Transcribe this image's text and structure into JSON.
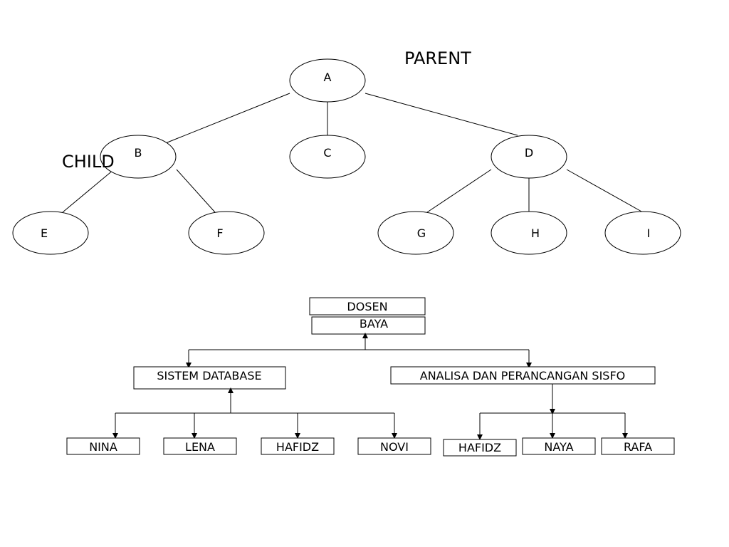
{
  "tree_labels": {
    "parent": "PARENT",
    "child": "CHILD"
  },
  "tree_nodes": [
    "A",
    "B",
    "C",
    "D",
    "E",
    "F",
    "G",
    "H",
    "I"
  ],
  "org_chart": {
    "root_line1": "DOSEN",
    "root_line2": "BAYA",
    "course_1": "SISTEM DATABASE",
    "course_2": "ANALISA DAN PERANCANGAN SISFO",
    "course_1_members": [
      "NINA",
      "LENA",
      "HAFIDZ",
      "NOVI"
    ],
    "course_2_members": [
      "HAFIDZ",
      "NAYA",
      "RAFA"
    ]
  }
}
